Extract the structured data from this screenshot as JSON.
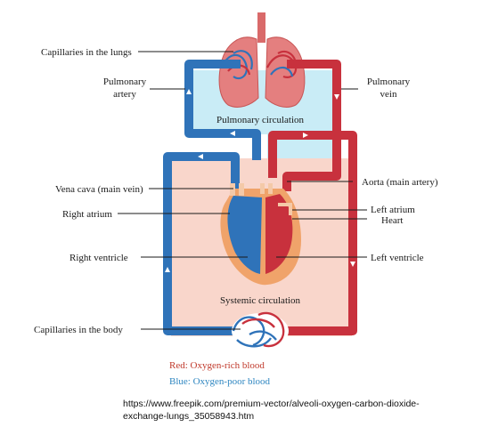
{
  "labels": {
    "capillaries_lungs": "Capillaries in the lungs",
    "pulmonary_artery_1": "Pulmonary",
    "pulmonary_artery_2": "artery",
    "pulmonary_vein_1": "Pulmonary",
    "pulmonary_vein_2": "vein",
    "pulmonary_circulation": "Pulmonary circulation",
    "vena_cava": "Vena cava (main vein)",
    "aorta": "Aorta (main artery)",
    "right_atrium": "Right atrium",
    "left_atrium": "Left atrium",
    "heart": "Heart",
    "right_ventricle": "Right ventricle",
    "left_ventricle": "Left ventricle",
    "systemic_circulation": "Systemic circulation",
    "capillaries_body": "Capillaries in the body"
  },
  "legend": {
    "red": "Red: Oxygen-rich blood",
    "blue": "Blue: Oxygen-poor blood"
  },
  "source": {
    "line1": "https://www.freepik.com/premium-vector/alveoli-oxygen-carbon-dioxide-",
    "line2": "exchange-lungs_35058943.htm"
  },
  "colors": {
    "oxygen_rich": "#c8313d",
    "oxygen_poor": "#2f73b9",
    "pulmonary_area": "#c9ecf6",
    "systemic_area": "#f9d6cb"
  }
}
